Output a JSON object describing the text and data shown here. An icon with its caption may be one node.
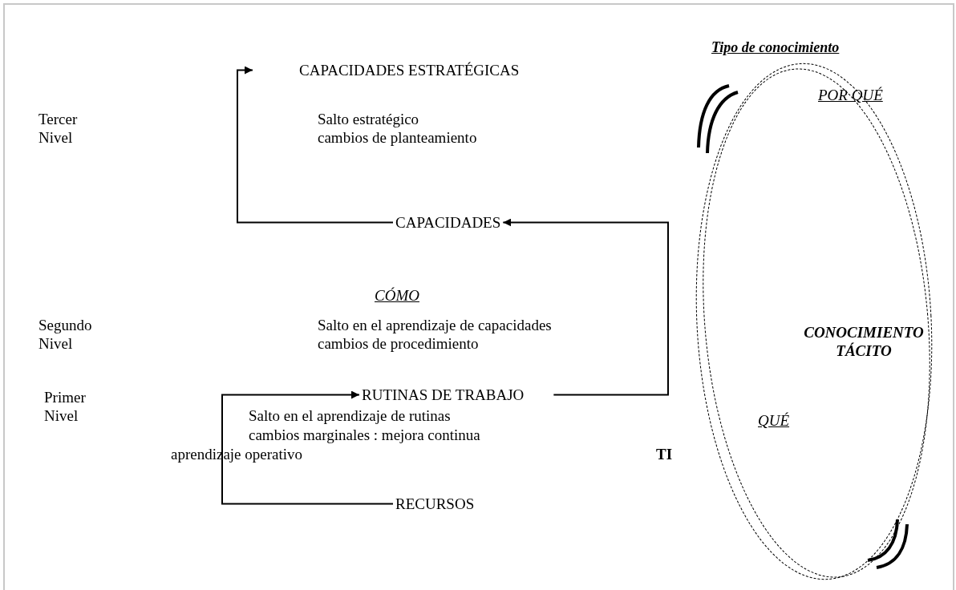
{
  "diagram": {
    "nodes": [
      {
        "text": [
          "CAPACIDADES ESTRATÉGICAS"
        ]
      },
      {
        "text": [
          "CAPACIDADES"
        ]
      },
      {
        "text": [
          "RUTINAS DE TRABAJO"
        ]
      },
      {
        "text": [
          "RECURSOS"
        ]
      },
      {
        "text": [
          "Tipo de  conocimiento",
          "POR QUÉ",
          "CONOCIMIENTO TÁCITO",
          "QUÉ"
        ]
      }
    ],
    "edges": [
      {
        "from": 3,
        "to": 2,
        "arrow": "to"
      },
      {
        "from": 1,
        "to": 0,
        "arrow": "to"
      },
      {
        "from": 2,
        "to": 1,
        "arrow": "to"
      }
    ],
    "labels": [
      "Tercer Nivel",
      "Salto estratégico",
      "cambios de planteamiento",
      "CÓMO",
      "Segundo Nivel",
      "Salto en el aprendizaje de capacidades",
      "cambios de procedimiento",
      "Primer Nivel",
      "Salto en el aprendizaje de rutinas",
      "cambios marginales : mejora continua",
      "aprendizaje operativo",
      "TI"
    ]
  }
}
